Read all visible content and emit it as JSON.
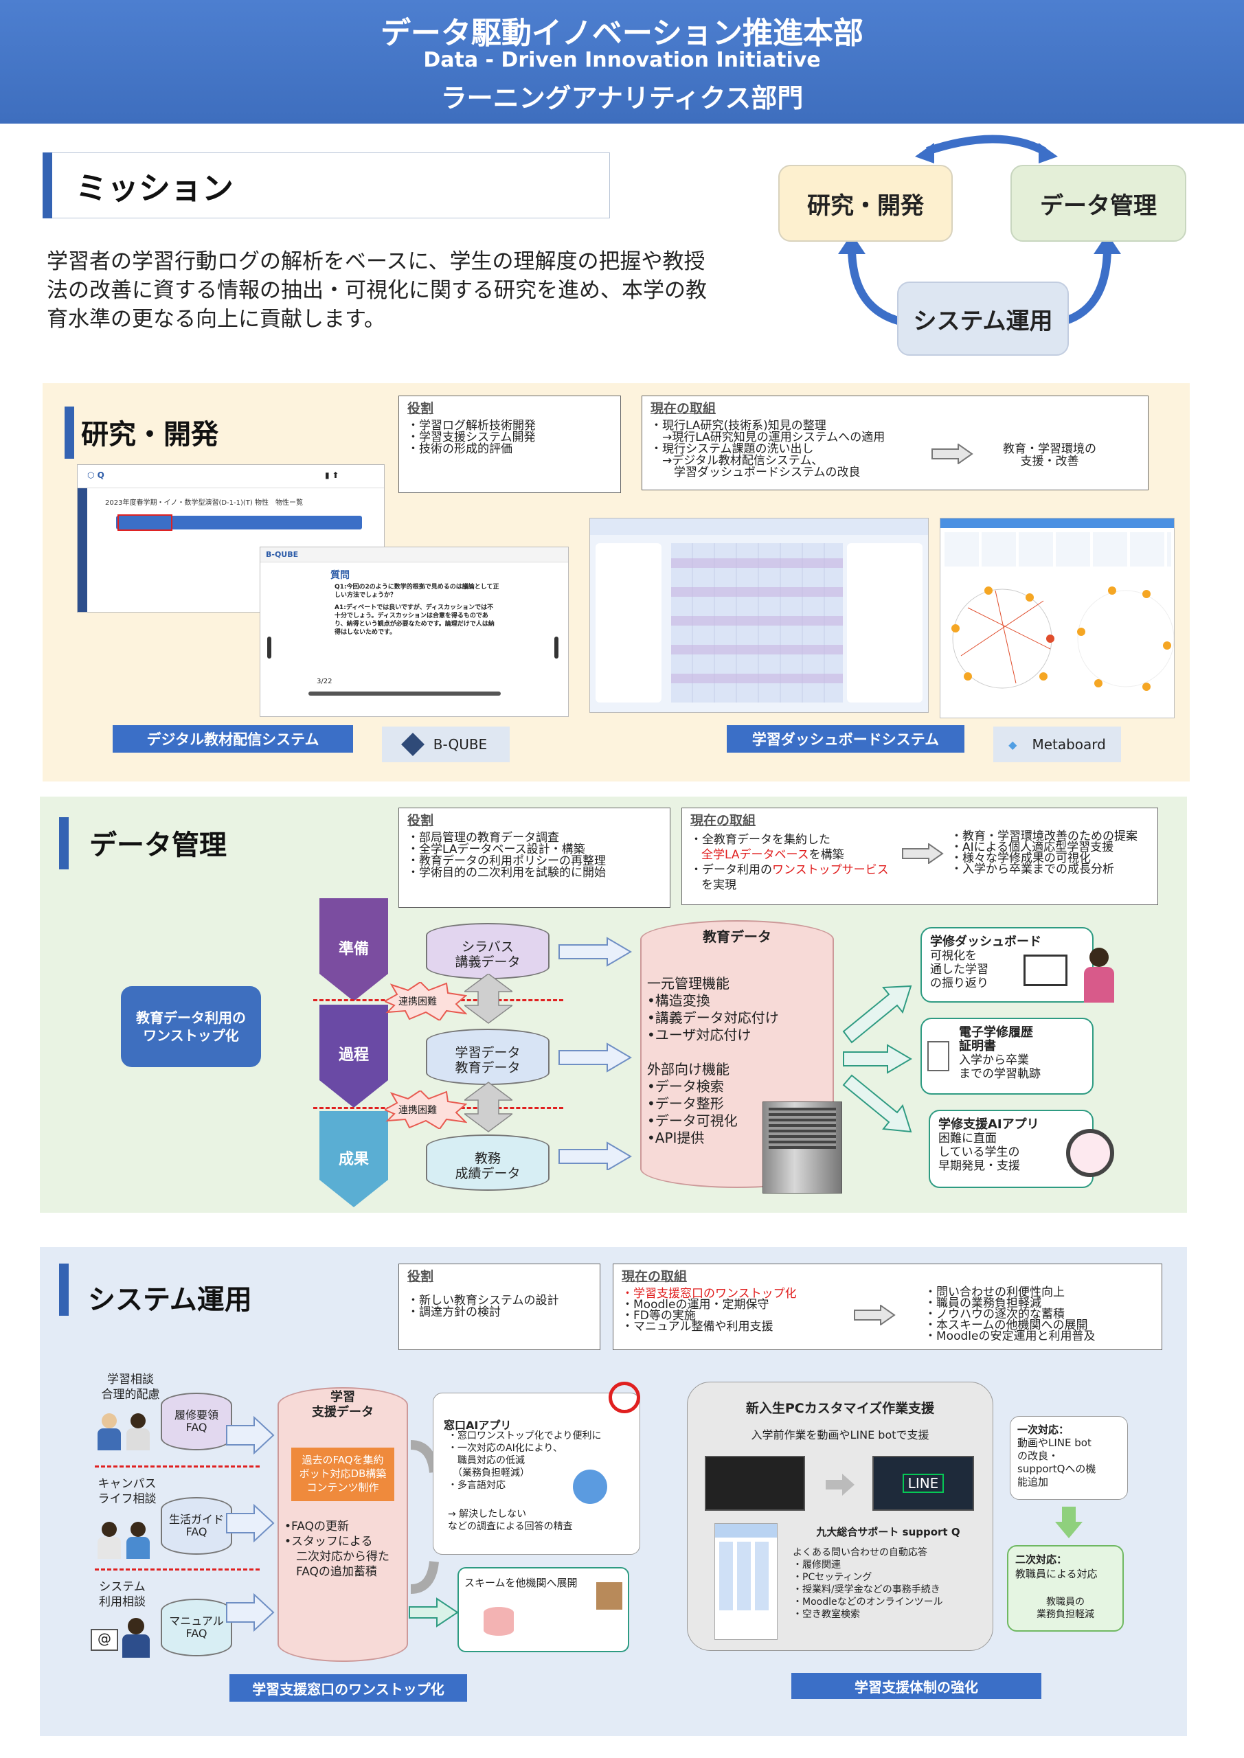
{
  "header": {
    "title_jp": "データ駆動イノベーション推進本部",
    "title_en": "Data - Driven Innovation Initiative",
    "division": "ラーニングアナリティクス部門"
  },
  "mission": {
    "title": "ミッション",
    "text": "学習者の学習行動ログの解析をベースに、学生の理解度の把握や教授\n法の改善に資する情報の抽出・可視化に関する研究を進め、本学の教\n育水準の更なる向上に貢献します。"
  },
  "cycle": {
    "research": "研究・開発",
    "data": "データ管理",
    "system": "システム運用"
  },
  "research": {
    "title": "研究・開発",
    "role_h": "役割",
    "role": "・学習ログ解析技術開発\n・学習支援システム開発\n・技術の形成的評価",
    "current_h": "現在の取組",
    "current": "・現行LA研究(技術系)知見の整理\n　→現行LA研究知見の運用システムへの適用\n・現行システム課題の洗い出し\n　→デジタル教材配信システム、\n　　学習ダッシュボードシステムの改良",
    "result": "教育・学習環境の\n支援・改善",
    "label_digital": "デジタル教材配信システム",
    "label_bqube": "B-QUBE",
    "label_dashboard": "学習ダッシュボードシステム",
    "label_metabase": "Metaboard",
    "bq_header": "2023年度春学期・イノ・数学型演習(D-1-1)(T) 物性　物性ー覧",
    "bq_brand": "B-QUBE",
    "bq_q_title": "質問",
    "bq_q1": "Q1:今回の2のように数学的根拠で見めるのは議論として正しい方法でしょうか？",
    "bq_a1": "A1:ディベートでは良いですが、ディスカッションでは不十分でしょう。ディスカッションは合意を得るものであり、納得という観点が必要なためです。論理だけで人は納得はしないためです。",
    "bq_page": "3/22"
  },
  "data": {
    "title": "データ管理",
    "role_h": "役割",
    "role": "・部局管理の教育データ調査\n・全学LAデータベース設計・構築\n・教育データの利用ポリシーの再整理\n・学術目的の二次利用を試験的に開始",
    "current_h": "現在の取組",
    "current_a": "・全教育データを集約した",
    "current_b": "全学LAデータベース",
    "current_c": "を構築",
    "current_d": "・データ利用の",
    "current_e": "ワンストップサービス",
    "current_f": "を実現",
    "result": "・教育・学習環境改善のための提案\n・AIによる個人適応型学習支援\n・様々な学修成果の可視化\n・入学から卒業までの成長分析",
    "onestop": "教育データ利用の\nワンストップ化",
    "phase1": "準備",
    "phase2": "過程",
    "phase3": "成果",
    "difficult1": "連携困難",
    "difficult2": "連携困難",
    "cyl1": "シラバス\n講義データ",
    "cyl2": "学習データ\n教育データ",
    "cyl3": "教務\n成績データ",
    "edu_title": "教育データ",
    "edu_body": "一元管理機能\n•構造変換\n•講義データ対応付け\n•ユーザ対応付け\n\n外部向け機能\n•データ検索\n•データ整形\n•データ可視化\n•API提供",
    "card1_t": "学修ダッシュボード",
    "card1": "可視化を\n通した学習\nの振り返り",
    "card2_t": "電子学修履歴\n証明書",
    "card2": "入学から卒業\nまでの学習軌跡",
    "card3_t": "学修支援AIアプリ",
    "card3": "困難に直面\nしている学生の\n早期発見・支援"
  },
  "system": {
    "title": "システム運用",
    "role_h": "役割",
    "role": "・新しい教育システムの設計\n・調達方針の検討",
    "current_h": "現在の取組",
    "current_a": "・学習支援窓口の",
    "current_b": "ワンストップ化",
    "current_c": "・Moodleの運用・定期保守\n・FD等の実施\n・マニュアル整備や利用支援",
    "result": "・問い合わせの利便性向上\n・職員の業務負担軽減\n・ノウハウの逐次的な蓄積\n・本スキームの他機関への展開\n・Moodleの安定運用と利用普及",
    "c1": "学習相談\n合理的配慮",
    "c2": "キャンパス\nライフ相談",
    "c3": "システム\n利用相談",
    "f1": "履修要領\nFAQ",
    "f2": "生活ガイド\nFAQ",
    "f3": "マニュアル\nFAQ",
    "support_title": "学習\n支援データ",
    "support_box": "過去のFAQを集約\nボット対応DB構築\nコンテンツ制作",
    "support_body": "•FAQの更新\n•スタッフによる\n　二次対応から得た\n　FAQの追加蓄積",
    "ai_title": "窓口AIアプリ",
    "ai_body": "・窓口ワンストップ化でより便利に\n・一次対応のAI化により、\n　職員対応の低減\n　（業務負担軽減）\n・多言語対応",
    "ai_result": "→ 解決したしない\nなどの調査による回答の精査",
    "scheme": "スキームを他機関へ展開",
    "pc_title": "新入生PCカスタマイズ作業支援",
    "pc_sub": "入学前作業を動画やLINE botで支援",
    "line": "LINE",
    "sq_title": "九大総合サポート support Q",
    "sq_body": "よくある問い合わせの自動応答\n・履修関連\n・PCセッティング\n・授業料/奨学金などの事務手続き\n・Moodleなどのオンラインツール\n・空き教室検索",
    "first_h": "一次対応：",
    "first": "動画やLINE bot\nの改良・\nsupportQへの機\n能追加",
    "second_h": "二次対応：",
    "second": "教職員による対応",
    "second_r": "教職員の\n業務負担軽減",
    "label1": "学習支援窓口のワンストップ化",
    "label2": "学習支援体制の強化"
  },
  "colors": {
    "header": "#4677c9",
    "accent": "#3463b3",
    "research_bg": "#fdf3dd",
    "data_bg": "#e9f3e3",
    "system_bg": "#e3ebf6",
    "red": "#e01e1e"
  }
}
